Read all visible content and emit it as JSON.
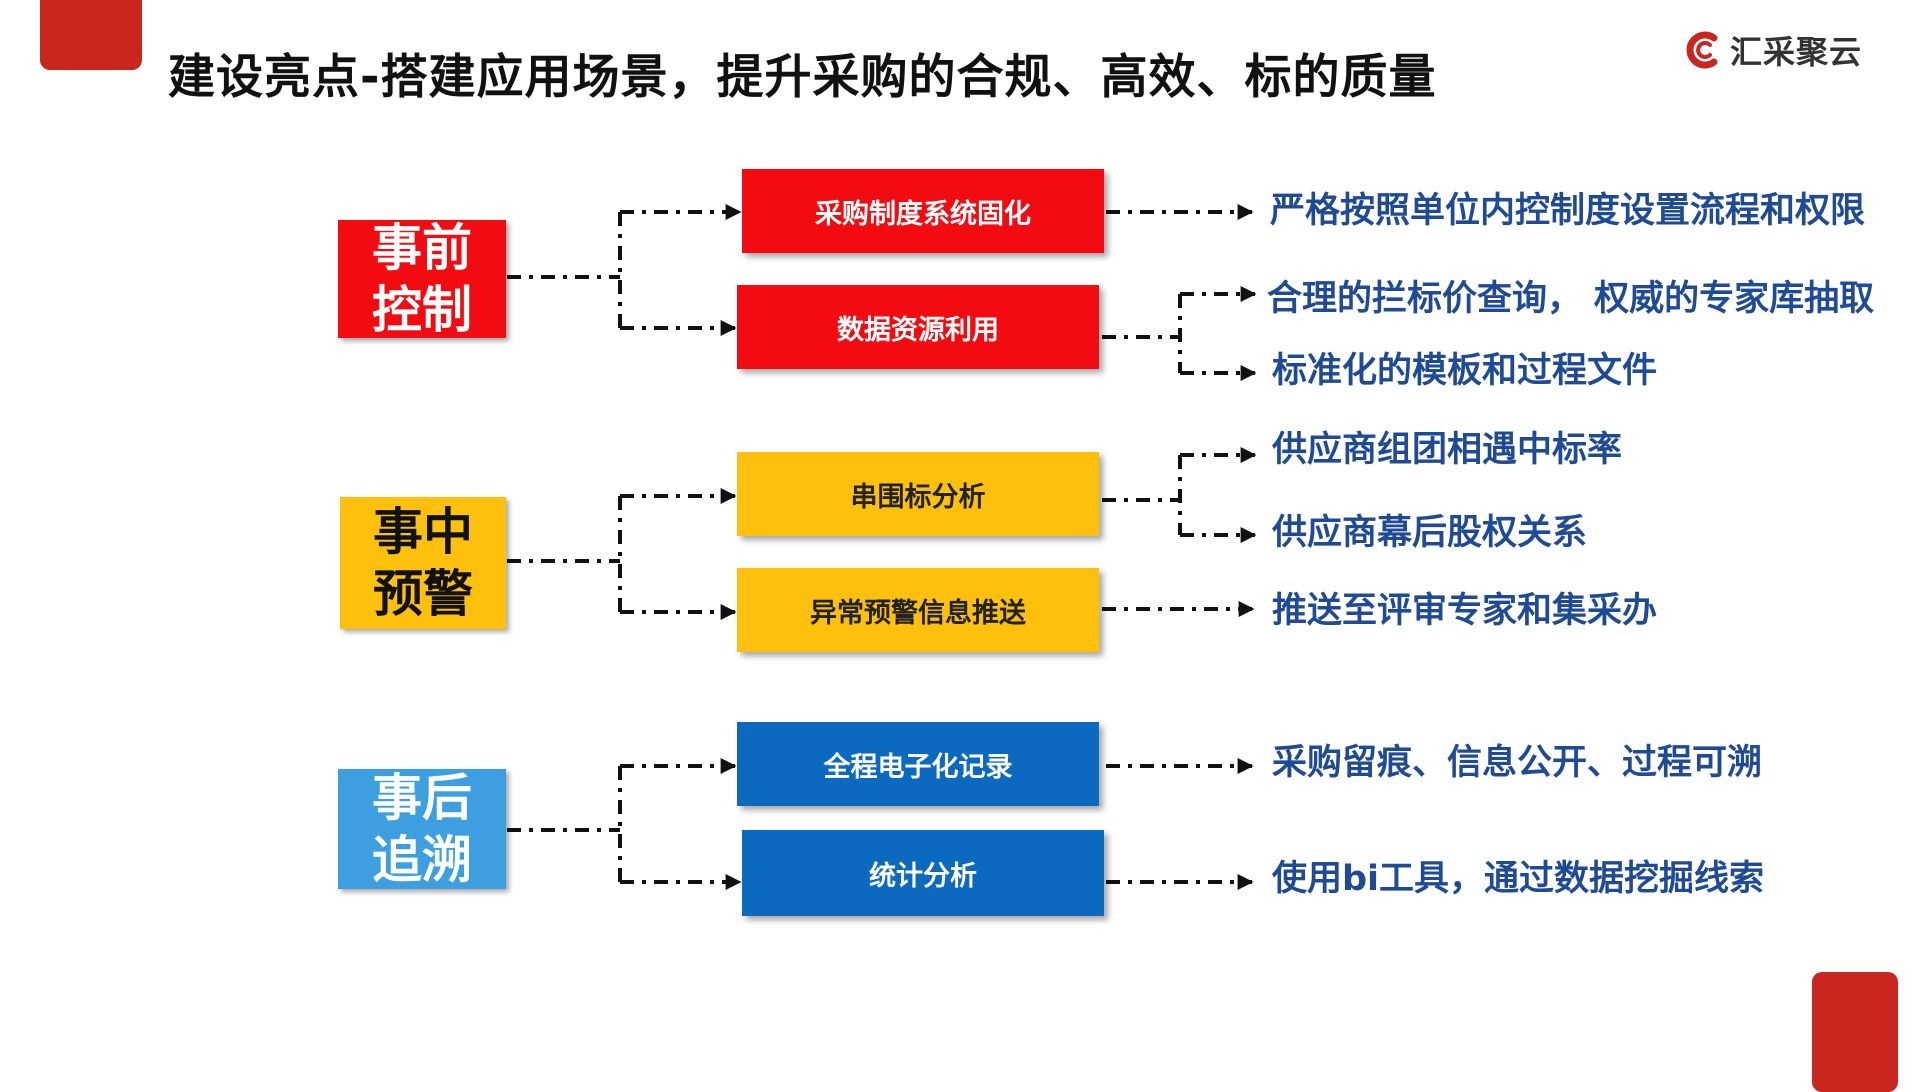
{
  "title": "建设亮点-搭建应用场景，提升采购的合规、高效、标的质量",
  "logo": {
    "text": "汇采聚云",
    "icon": "logo-c-icon",
    "color": "#c8261f"
  },
  "colors": {
    "red": "#f20c12",
    "yellow": "#fcc00d",
    "blue": "#0b6ac0",
    "light_blue": "#3d9fdf",
    "outcome_text": "#1f4b96"
  },
  "stages": [
    {
      "line1": "事前",
      "line2": "控制",
      "color": "#f20c12",
      "measures": [
        {
          "label": "采购制度系统固化",
          "outcomes": [
            "严格按照单位内控制度设置流程和权限"
          ]
        },
        {
          "label": "数据资源利用",
          "outcomes": [
            "合理的拦标价查询， 权威的专家库抽取",
            "标准化的模板和过程文件"
          ]
        }
      ]
    },
    {
      "line1": "事中",
      "line2": "预警",
      "color": "#fcc00d",
      "measures": [
        {
          "label": "串围标分析",
          "outcomes": [
            "供应商组团相遇中标率",
            "供应商幕后股权关系"
          ]
        },
        {
          "label": "异常预警信息推送",
          "outcomes": [
            "推送至评审专家和集采办"
          ]
        }
      ]
    },
    {
      "line1": "事后",
      "line2": "追溯",
      "color": "#3d9fdf",
      "measures": [
        {
          "label": "全程电子化记录",
          "outcomes": [
            "采购留痕、信息公开、过程可溯"
          ]
        },
        {
          "label": "统计分析",
          "outcomes": [
            "使用bi工具，通过数据挖掘线索"
          ]
        }
      ]
    }
  ]
}
